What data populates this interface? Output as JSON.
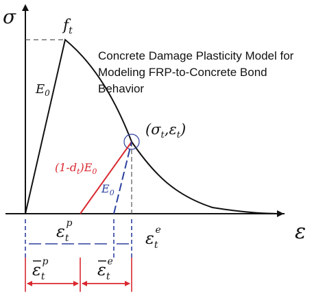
{
  "labels": {
    "y_axis": "σ",
    "x_axis": "ε",
    "peak": "f",
    "peak_sub": "t",
    "initial_modulus": "E",
    "initial_modulus_sub": "0",
    "title_line1": "Concrete Damage Plasticity Model for",
    "title_line2": "Modeling FRP-to-Concrete Bond",
    "title_line3": "Behavior",
    "point_open": "(σ",
    "point_sub1": "t",
    "point_comma": ",ε",
    "point_sub2": "t",
    "point_close": ")",
    "damaged_prefix": "(1-d",
    "damaged_sub": "t",
    "damaged_suffix": ")E",
    "damaged_sub2": "0",
    "unload_modulus": "E",
    "unload_modulus_sub": "0",
    "eps_p": "ε",
    "eps_p_sub": "t",
    "eps_p_sup": "p",
    "eps_e": "ε",
    "eps_e_sub": "t",
    "eps_e_sup": "e",
    "eps_bar_p": "ε",
    "eps_bar_p_sub": "t",
    "eps_bar_p_sup": "p",
    "eps_bar_e": "ε",
    "eps_bar_e_sub": "t",
    "eps_bar_e_sup": "e"
  },
  "colors": {
    "black": "#111111",
    "red": "#d9282f",
    "blue": "#2b3f9e",
    "gray": "#555555"
  }
}
